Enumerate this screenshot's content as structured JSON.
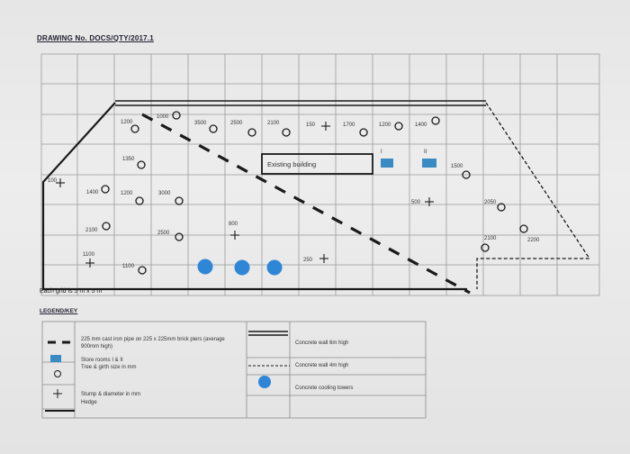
{
  "drawing_number": "DRAWING No. DOCS/QTY/2017.1",
  "grid_note": "Each grid is 5 m x 5 m",
  "building_label": "Existing building",
  "trees": [
    {
      "label": "1200"
    },
    {
      "label": "1000"
    },
    {
      "label": "3500"
    },
    {
      "label": "2500"
    },
    {
      "label": "2100"
    },
    {
      "label": "1700"
    },
    {
      "label": "1200"
    },
    {
      "label": "1400"
    },
    {
      "label": "1350"
    },
    {
      "label": "1500"
    },
    {
      "label": "1400"
    },
    {
      "label": "1200"
    },
    {
      "label": "3000"
    },
    {
      "label": "2050"
    },
    {
      "label": "2100"
    },
    {
      "label": "2500"
    },
    {
      "label": "2100"
    },
    {
      "label": "2200"
    },
    {
      "label": "1100"
    }
  ],
  "stumps": [
    {
      "label": "150"
    },
    {
      "label": "100"
    },
    {
      "label": "500"
    },
    {
      "label": "800"
    },
    {
      "label": "1100"
    },
    {
      "label": "250"
    }
  ],
  "store_marks": [
    "I",
    "II"
  ],
  "legend": {
    "title": "LEGEND/KEY",
    "pipe": "225 mm cast iron pipe on 225 x 225mm brick piers (average 900mm high)",
    "store": "Store rooms I & II",
    "tree": "Tree & girth size in mm",
    "stump": "Stump & diameter in mm",
    "hedge": "Hedge",
    "wall6": "Concrete wall 6m high",
    "wall4": "Concrete wall 4m high",
    "towers": "Concrete cooling towers"
  },
  "colors": {
    "tower": "#2f86d6",
    "store": "#3a8bc4",
    "grid": "#9a9a9a",
    "ink": "#1a1a1a"
  }
}
